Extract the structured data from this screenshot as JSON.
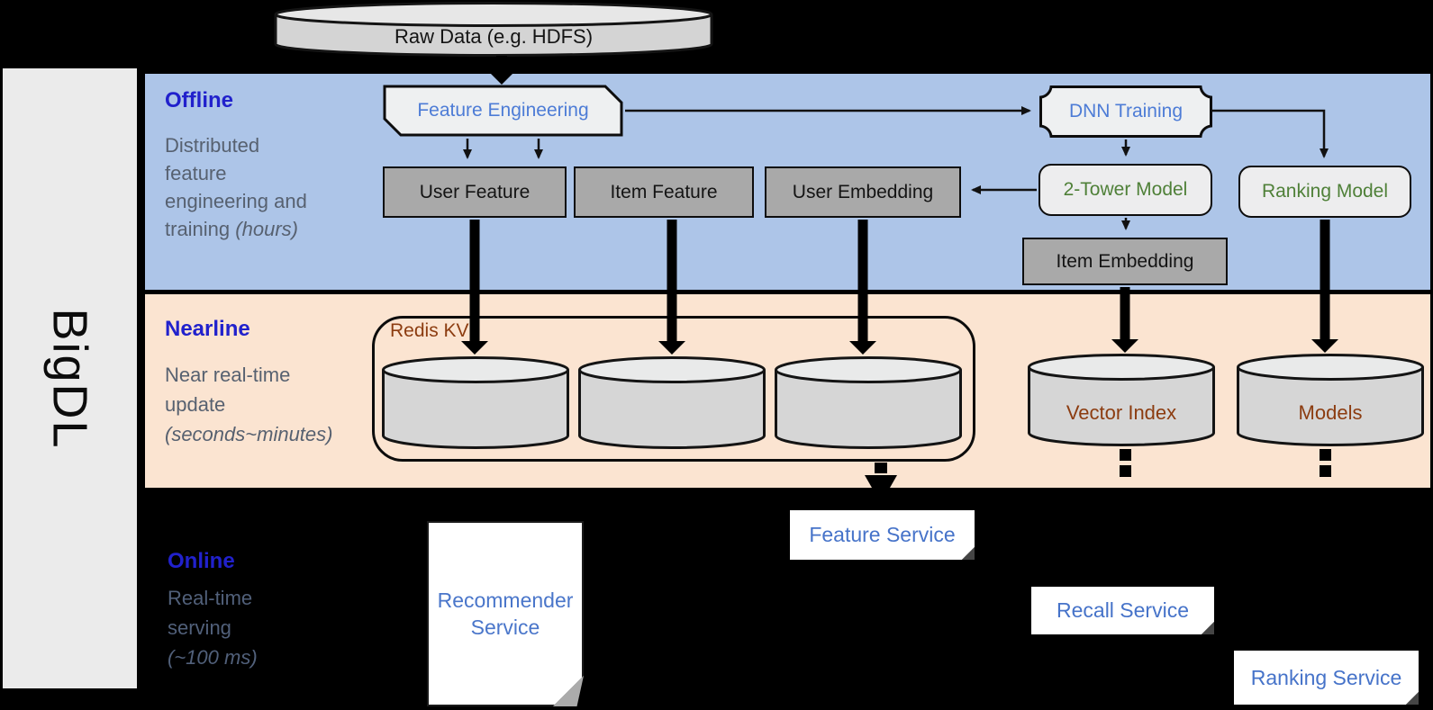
{
  "brand": {
    "label": "BigDL"
  },
  "source": {
    "raw_data_label": "Raw Data (e.g. HDFS)"
  },
  "lanes": {
    "offline": {
      "title": "Offline",
      "line1": "Distributed",
      "line2": "feature",
      "line3": "engineering and",
      "line4_normal": "training ",
      "line4_italic": "(hours)"
    },
    "nearline": {
      "title": "Nearline",
      "line1": "Near real-time",
      "line2": "update",
      "line3_italic": "(seconds~minutes)"
    },
    "online": {
      "title": "Online",
      "line1": "Real-time",
      "line2": "serving",
      "line3_italic": "(~100 ms)"
    }
  },
  "offline_nodes": {
    "feature_engineering": "Feature Engineering",
    "user_feature": "User Feature",
    "item_feature": "Item Feature",
    "user_embedding": "User Embedding",
    "dnn_training": "DNN Training",
    "two_tower_model": "2-Tower Model",
    "ranking_model": "Ranking Model",
    "item_embedding": "Item Embedding"
  },
  "nearline_nodes": {
    "redis_kv": "Redis KV",
    "vector_index": "Vector Index",
    "models": "Models"
  },
  "online_nodes": {
    "recommender_service": "Recommender Service",
    "feature_service": "Feature Service",
    "recall_service": "Recall Service",
    "ranking_service": "Ranking Service"
  },
  "colors": {
    "offline_band": "#adc5e8",
    "nearline_band": "#fbe4d1",
    "online_background": "#000000",
    "lane_title_blue": "#2121cc",
    "lane_text_gray": "#576170",
    "process_text_blue": "#4d7cd6",
    "model_text_green": "#4f8038",
    "storage_text_brown": "#8c3c10",
    "service_text_blue": "#4673c9",
    "feature_box_gray": "#a9a9a9"
  }
}
